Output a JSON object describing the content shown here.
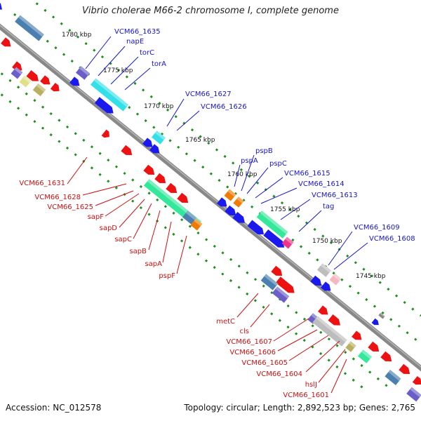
{
  "title": "Vibrio cholerae M66-2 chromosome I, complete genome",
  "accession_text": "Accession: NC_012578",
  "summary_text": "Topology: circular; Length: 2,892,523 bp; Genes: 2,765",
  "colors": {
    "backbone": "#8a8a8a",
    "tick": "#1f8f1f",
    "forward_label": "#1616cc",
    "reverse_label": "#cc1111",
    "forward_gene": "#1a1aee",
    "reverse_gene": "#ee1111",
    "cds_aqua": "#33e0e8",
    "cds_seafoam": "#33e89a",
    "cds_steel": "#4a7fb0",
    "cds_indigo": "#6a5fc8",
    "cds_grey": "#bdbdbd",
    "cds_pink": "#ee3388",
    "cds_orange": "#f07b00",
    "cds_olive": "#b9b060"
  },
  "kbp_labels": [
    "1780 kbp",
    "1775 kbp",
    "1770 kbp",
    "1765 kbp",
    "1760 kbp",
    "1755 kbp",
    "1750 kbp",
    "1745 kbp"
  ],
  "forward_genes": [
    "VCM66_1635",
    "napE",
    "torC",
    "torA",
    "VCM66_1627",
    "VCM66_1626",
    "pspA",
    "pspB",
    "pspC",
    "VCM66_1615",
    "VCM66_1614",
    "VCM66_1613",
    "tag",
    "VCM66_1609",
    "VCM66_1608"
  ],
  "reverse_genes": [
    "VCM66_1631",
    "VCM66_1628",
    "VCM66_1625",
    "sapF",
    "sapD",
    "sapC",
    "sapB",
    "sapA",
    "pspF",
    "metC",
    "cls",
    "VCM66_1607",
    "VCM66_1606",
    "VCM66_1605",
    "VCM66_1604",
    "hslJ",
    "VCM66_1601"
  ]
}
